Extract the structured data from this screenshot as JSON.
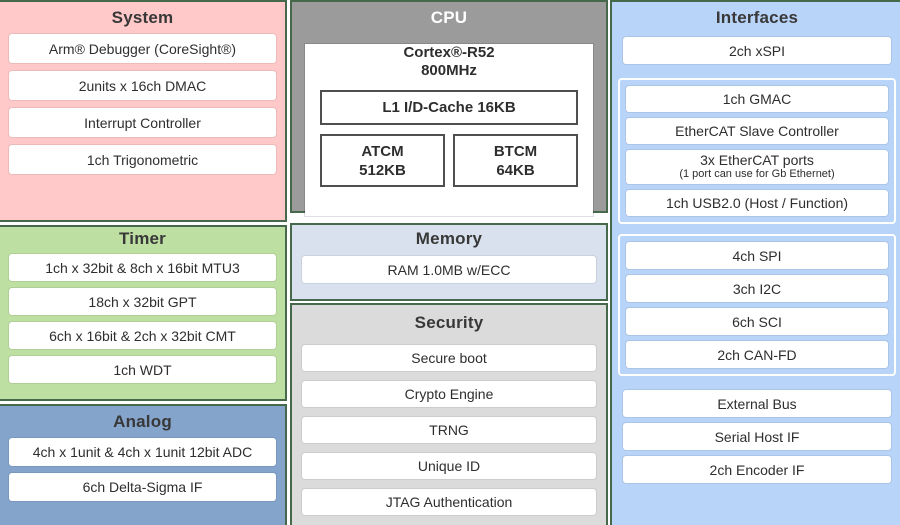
{
  "sections": {
    "system": {
      "title": "System",
      "items": [
        "Arm® Debugger (CoreSight®)",
        "2units x 16ch DMAC",
        "Interrupt Controller",
        "1ch Trigonometric"
      ]
    },
    "timer": {
      "title": "Timer",
      "items": [
        "1ch x 32bit & 8ch x 16bit MTU3",
        "18ch x 32bit GPT",
        "6ch x 16bit & 2ch x 32bit CMT",
        "1ch WDT"
      ]
    },
    "analog": {
      "title": "Analog",
      "items": [
        "4ch x 1unit & 4ch x 1unit 12bit ADC",
        "6ch Delta-Sigma IF"
      ]
    },
    "cpu": {
      "title": "CPU",
      "core_name": "Cortex®-R52",
      "core_freq": "800MHz",
      "cache": "L1 I/D-Cache 16KB",
      "atcm_name": "ATCM",
      "atcm_size": "512KB",
      "btcm_name": "BTCM",
      "btcm_size": "64KB"
    },
    "memory": {
      "title": "Memory",
      "items": [
        "RAM 1.0MB w/ECC"
      ]
    },
    "security": {
      "title": "Security",
      "items": [
        "Secure boot",
        "Crypto Engine",
        "TRNG",
        "Unique ID",
        "JTAG Authentication"
      ]
    },
    "interfaces": {
      "title": "Interfaces",
      "xspi": "2ch xSPI",
      "group1": {
        "item1": "1ch GMAC",
        "item2": "EtherCAT Slave Controller",
        "item3_main": "3x EtherCAT ports",
        "item3_note": "(1 port can use for Gb Ethernet)",
        "item4": "1ch USB2.0 (Host / Function)"
      },
      "group2": [
        "4ch SPI",
        "3ch I2C",
        "6ch SCI",
        "2ch CAN-FD"
      ],
      "bottom": [
        "External Bus",
        "Serial Host IF",
        "2ch Encoder IF"
      ]
    }
  },
  "colors": {
    "system_bg": "#FFC9C9",
    "timer_bg": "#BEDFA2",
    "analog_bg": "#84A4CC",
    "cpu_bg": "#9B9B9B",
    "memory_bg": "#D8E1ED",
    "security_bg": "#DBDBDB",
    "interfaces_bg": "#B8D4F8",
    "border_green": "#46694C",
    "item_bg": "#FFFFFF",
    "title_text": "#383838",
    "cpu_title_text": "#FFFFFF",
    "item_text": "#2E2E2E"
  }
}
